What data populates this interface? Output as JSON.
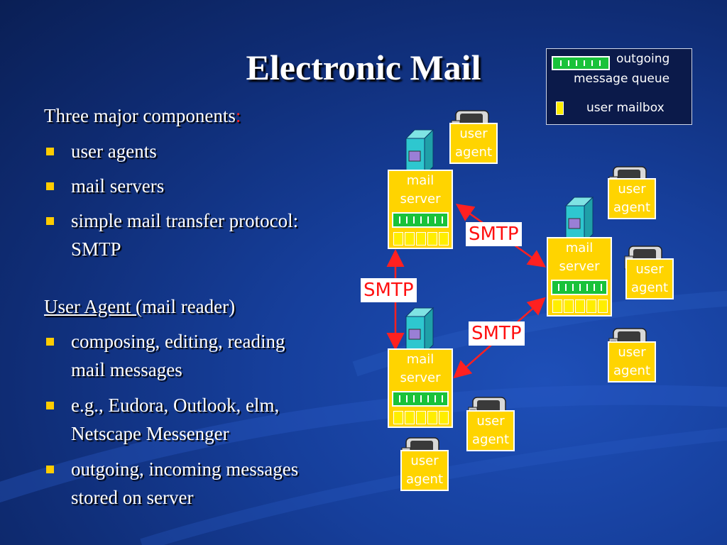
{
  "title": "Electronic Mail",
  "intro": {
    "text": "Three major components",
    "colon": ":"
  },
  "components": [
    "user agents",
    "mail servers",
    "simple mail transfer protocol:",
    "SMTP"
  ],
  "user_agent_heading": {
    "underlined": "User Agent (",
    "rest": "mail reader)"
  },
  "user_agent_points": [
    [
      "composing, editing, reading",
      "mail messages"
    ],
    [
      "e.g., Eudora, Outlook, elm,",
      "Netscape Messenger"
    ],
    [
      "outgoing, incoming messages",
      "stored on server"
    ]
  ],
  "legend": {
    "queue_line1": "outgoing",
    "queue_line2": "message queue",
    "mailbox": "user mailbox"
  },
  "diagram": {
    "user_agent_line1": "user",
    "user_agent_line2": "agent",
    "mail_server_line1": "mail",
    "mail_server_line2": "server",
    "smtp": "SMTP"
  },
  "colors": {
    "bullet": "#ffcc00",
    "box_fill": "#ffd400",
    "queue": "#19c23a",
    "arrow": "#ff2020",
    "smtp_text": "#ff1010"
  }
}
